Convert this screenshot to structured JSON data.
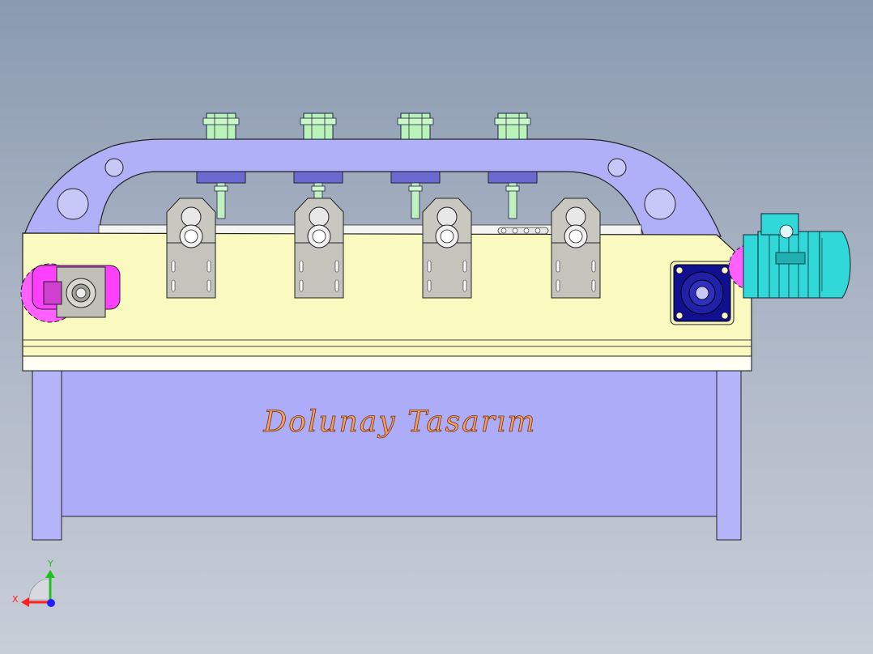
{
  "viewport": {
    "watermark": "Dolunay  Tasarım"
  },
  "triad": {
    "x_label": "X",
    "y_label": "Y",
    "x_color": "#ff2020",
    "y_color": "#20c020",
    "z_color": "#2020ff"
  },
  "colors": {
    "frame_lavender": "#b0b0f8",
    "table_cream": "#fafac0",
    "bearing_magenta": "#ff40ff",
    "bearing_navy": "#101090",
    "motor_cyan": "#30d8d8",
    "cylinder_green": "#b0f0b0",
    "bracket_grey": "#c8c8c0"
  }
}
